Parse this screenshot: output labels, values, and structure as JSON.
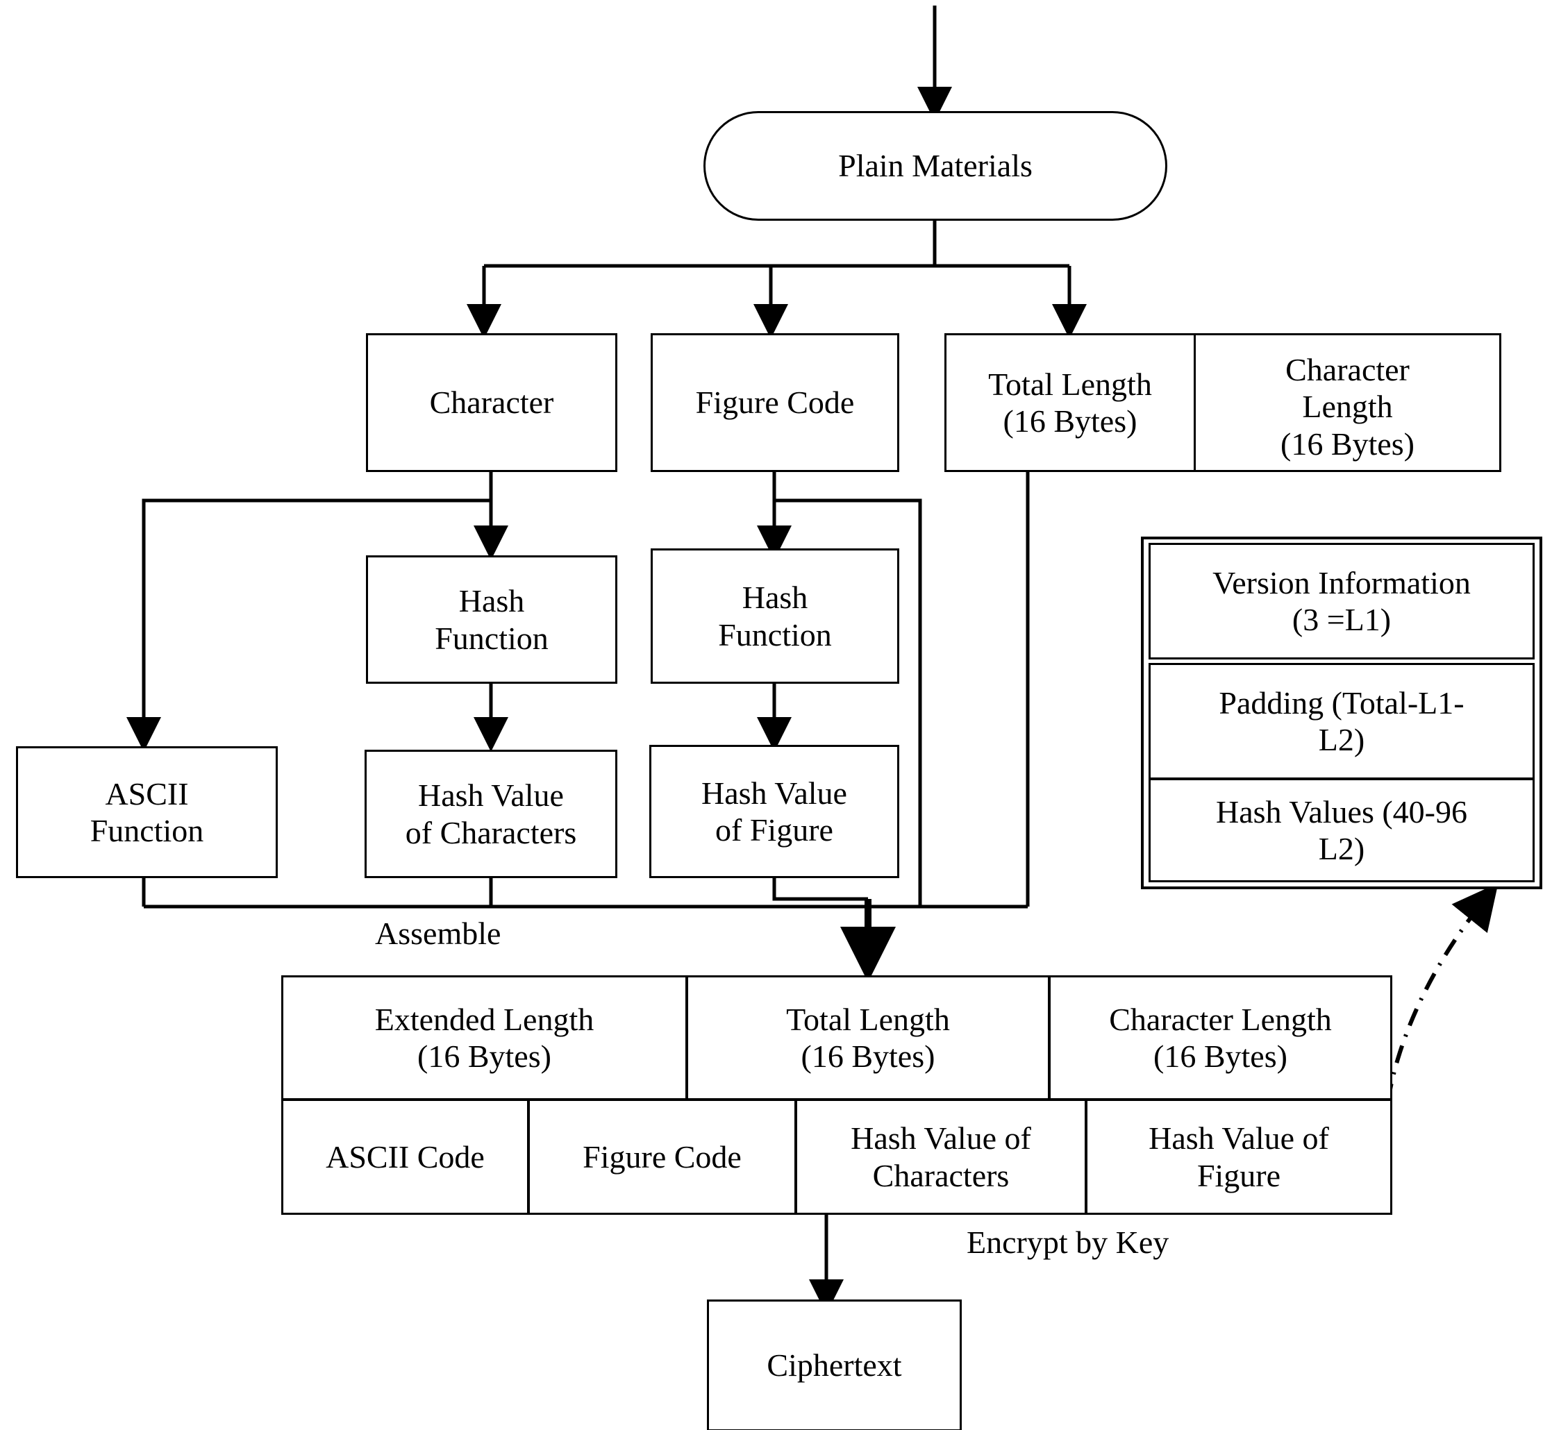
{
  "diagram": {
    "title": "Plain Materials encryption assembly flowchart",
    "stroke_color": "#000000",
    "background_color": "#ffffff"
  },
  "nodes": {
    "plain_materials": "Plain Materials",
    "character": "Character",
    "figure_code": "Figure Code",
    "total_length": "Total Length\n(16 Bytes)",
    "character_length": "Character\nLength\n(16 Bytes)",
    "hash_function_left": "Hash\nFunction",
    "hash_function_right": "Hash\nFunction",
    "ascii_function": "ASCII\nFunction",
    "hash_value_characters": "Hash Value\nof Characters",
    "hash_value_figure": "Hash Value\nof Figure",
    "ciphertext": "Ciphertext"
  },
  "version_panel": {
    "rows": [
      "Version Information\n(3 =L1)",
      "Padding (Total-L1-\nL2)",
      "Hash Values (40-96\nL2)"
    ]
  },
  "assembled_packet": {
    "row1": [
      "Extended Length\n(16 Bytes)",
      "Total Length\n(16 Bytes)",
      "Character Length\n(16 Bytes)"
    ],
    "row2": [
      "ASCII Code",
      "Figure Code",
      "Hash Value of\nCharacters",
      "Hash Value of\nFigure"
    ]
  },
  "labels": {
    "assemble": "Assemble",
    "encrypt_by_key": "Encrypt by Key"
  }
}
